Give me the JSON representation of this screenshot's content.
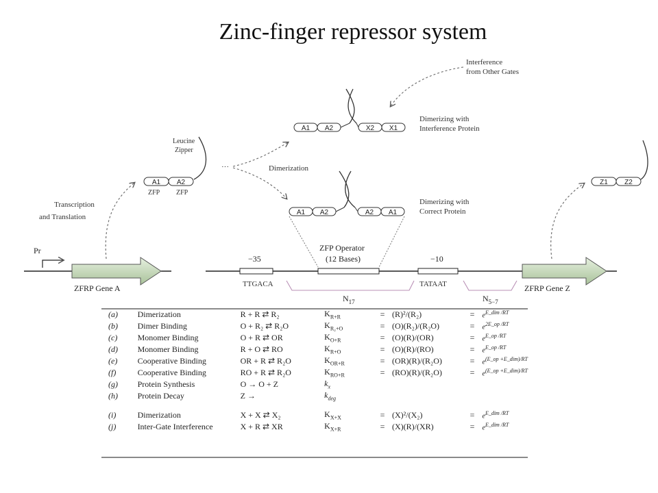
{
  "title": "Zinc-finger repressor system",
  "labels": {
    "interference_from": "Interference",
    "interference_from2": "from Other Gates",
    "dimerizing_interference": "Dimerizing with",
    "dimerizing_interference2": "Interference Protein",
    "dimerizing_correct": "Dimerizing with",
    "dimerizing_correct2": "Correct Protein",
    "dimerization": "Dimerization",
    "leucine": "Leucine",
    "zipper": "Zipper",
    "transcription": "Transcription",
    "translation": "and Translation",
    "zfp_operator": "ZFP Operator",
    "zfp_bases": "(12 Bases)",
    "minus35": "−35",
    "minus10": "−10",
    "ttgaca": "TTGACA",
    "tataat": "TATAAT",
    "n17": "N",
    "n17_sub": "17",
    "n57": "N",
    "n57_sub": "5−7",
    "pr": "Pr",
    "gene_a": "ZFRP Gene A",
    "gene_z": "ZFRP Gene Z",
    "zfp1": "ZFP",
    "zfp2": "ZFP"
  },
  "domains": {
    "a1": "A1",
    "a2": "A2",
    "x1": "X1",
    "x2": "X2",
    "z1": "Z1",
    "z2": "Z2"
  },
  "reactions": [
    {
      "id": "(a)",
      "name": "Dimerization",
      "eq": "R + R ⇄ R₂",
      "k": "K",
      "ksub": "R+R",
      "eq2": "=",
      "expr": "(R)²/(R₂)",
      "eq3": "=",
      "val": "e",
      "valsup": "E_dim /RT"
    },
    {
      "id": "(b)",
      "name": "Dimer Binding",
      "eq": "O + R₂ ⇄ R₂O",
      "k": "K",
      "ksub": "R₂+O",
      "eq2": "=",
      "expr": "(O)(R₂)/(R₂O)",
      "eq3": "=",
      "val": "e",
      "valsup": "2E_op /RT"
    },
    {
      "id": "(c)",
      "name": "Monomer Binding",
      "eq": "O + R ⇄ OR",
      "k": "K",
      "ksub": "O+R",
      "eq2": "=",
      "expr": "(O)(R)/(OR)",
      "eq3": "=",
      "val": "e",
      "valsup": "E_op /RT"
    },
    {
      "id": "(d)",
      "name": "Monomer Binding",
      "eq": "R + O ⇄ RO",
      "k": "K",
      "ksub": "R+O",
      "eq2": "=",
      "expr": "(O)(R)/(RO)",
      "eq3": "=",
      "val": "e",
      "valsup": "E_op /RT"
    },
    {
      "id": "(e)",
      "name": "Cooperative Binding",
      "eq": "OR + R ⇄ R₂O",
      "k": "K",
      "ksub": "OR+R",
      "eq2": "=",
      "expr": "(OR)(R)/(R₂O)",
      "eq3": "=",
      "val": "e",
      "valsup": "(E_op +E_dim)/RT"
    },
    {
      "id": "(f)",
      "name": "Cooperative Binding",
      "eq": "RO + R ⇄ R₂O",
      "k": "K",
      "ksub": "RO+R",
      "eq2": "=",
      "expr": "(RO)(R)/(R₂O)",
      "eq3": "=",
      "val": "e",
      "valsup": "(E_op +E_dim)/RT"
    },
    {
      "id": "(g)",
      "name": "Protein Synthesis",
      "eq": "O → O + Z",
      "k": "k",
      "ksub": "x",
      "eq2": "",
      "expr": "",
      "eq3": "",
      "val": "",
      "valsup": ""
    },
    {
      "id": "(h)",
      "name": "Protein Decay",
      "eq": "Z →",
      "k": "k",
      "ksub": "deg",
      "eq2": "",
      "expr": "",
      "eq3": "",
      "val": "",
      "valsup": ""
    },
    {
      "id": "(i)",
      "name": "Dimerization",
      "eq": "X + X ⇄ X₂",
      "k": "K",
      "ksub": "X+X",
      "eq2": "=",
      "expr": "(X)²/(X₂)",
      "eq3": "=",
      "val": "e",
      "valsup": "E_dim /RT"
    },
    {
      "id": "(j)",
      "name": "Inter-Gate Interference",
      "eq": "X + R ⇄ XR",
      "k": "K",
      "ksub": "X+R",
      "eq2": "=",
      "expr": "(X)(R)/(XR)",
      "eq3": "=",
      "val": "e",
      "valsup": "E_dim /RT"
    }
  ]
}
